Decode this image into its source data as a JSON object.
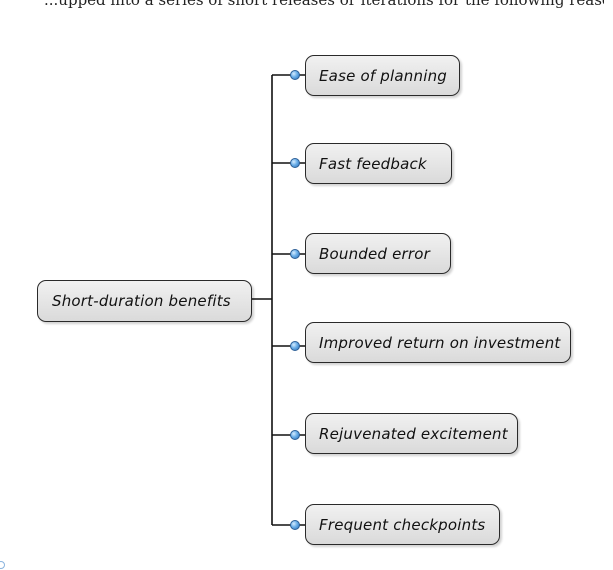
{
  "header_fragment": "...upped into a series of short releases or iterations for the following reasons, as summarized in Figure...",
  "diagram": {
    "root": "Short-duration benefits",
    "children": [
      "Ease of planning",
      "Fast feedback",
      "Bounded error",
      "Improved return on investment",
      "Rejuvenated excitement",
      "Frequent checkpoints"
    ]
  },
  "colors": {
    "node_fill": "#e3e3e3",
    "node_border": "#2a2a2a",
    "connector": "#111111",
    "bullet": "#4a90d9"
  }
}
